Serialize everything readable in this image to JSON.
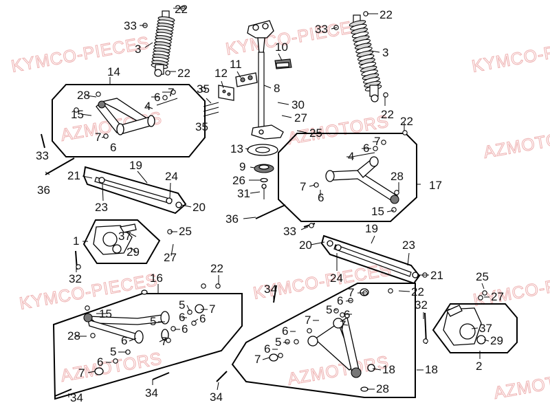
{
  "watermarks": {
    "kymco": "KYMCO-PIECES",
    "azm": "AZMOTORS"
  },
  "colors": {
    "watermark": "#efb5b5",
    "line": "#000000",
    "background": "#ffffff"
  },
  "callouts": {
    "n1": "1",
    "n2": "2",
    "n3": "3",
    "n4": "4",
    "n5": "5",
    "n6": "6",
    "n7": "7",
    "n8": "8",
    "n9": "9",
    "n10": "10",
    "n11": "11",
    "n12": "12",
    "n13": "13",
    "n14": "14",
    "n15": "15",
    "n16": "16",
    "n17": "17",
    "n18": "18",
    "n19": "19",
    "n20": "20",
    "n21": "21",
    "n22": "22",
    "n23": "23",
    "n24": "24",
    "n25": "25",
    "n26": "26",
    "n27": "27",
    "n28": "28",
    "n29": "29",
    "n30": "30",
    "n31": "31",
    "n32": "32",
    "n33": "33",
    "n34": "34",
    "n35": "35",
    "n36": "36",
    "n37": "37"
  }
}
